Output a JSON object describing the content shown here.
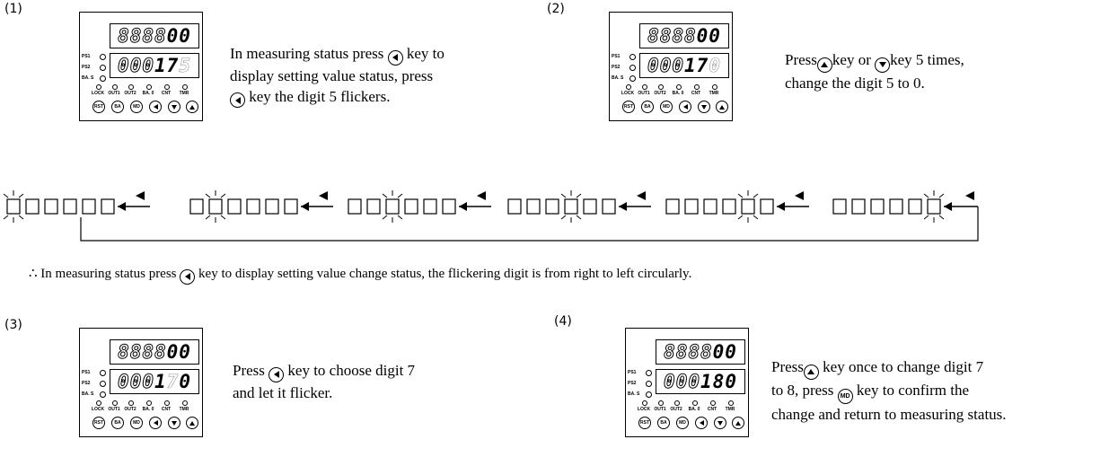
{
  "steps": [
    {
      "num": "(1)",
      "display_top": {
        "ghost": "8888",
        "solid": "00"
      },
      "display_bottom": {
        "digits": [
          "0",
          "0",
          "0",
          "1",
          "7",
          "5"
        ],
        "flash_index": 5
      }
    },
    {
      "num": "(2)",
      "display_top": {
        "ghost": "8888",
        "solid": "00"
      },
      "display_bottom": {
        "digits": [
          "0",
          "0",
          "0",
          "1",
          "7",
          "0"
        ],
        "flash_index": 5
      }
    },
    {
      "num": "(3)",
      "display_top": {
        "ghost": "8888",
        "solid": "00"
      },
      "display_bottom": {
        "digits": [
          "0",
          "0",
          "0",
          "1",
          "7",
          "0"
        ],
        "flash_index": 4
      }
    },
    {
      "num": "(4)",
      "display_top": {
        "ghost": "8888",
        "solid": "00"
      },
      "display_bottom": {
        "digits": [
          "0",
          "0",
          "0",
          "1",
          "8",
          "0"
        ],
        "flash_index": -1
      }
    }
  ],
  "panel_labels": {
    "side": [
      "PS1",
      "PS2",
      "BA. S"
    ],
    "bottom": [
      "LOCK",
      "OUT1",
      "OUT2",
      "BA. 0",
      "CNT",
      "TMR"
    ],
    "buttons": [
      "RST",
      "BA",
      "MD"
    ]
  },
  "text": {
    "step1_a": "In measuring status press",
    "step1_b": "key to",
    "step1_c": "display setting value status, press",
    "step1_d": "key the digit 5 flickers.",
    "step2_a": "Press",
    "step2_b": "key or",
    "step2_c": "key 5 times,",
    "step2_d": "change the digit 5 to 0.",
    "step3_a": "Press",
    "step3_b": "key to choose digit 7",
    "step3_c": "and let it flicker.",
    "step4_a": "Press",
    "step4_b": "key once to change digit 7",
    "step4_c": "to 8, press",
    "step4_d": "key to confirm the",
    "step4_e": "change and return to measuring status.",
    "md_key": "MD",
    "note_a": "∴ In measuring status press",
    "note_b": "key to display setting value change status, the flickering digit is from right to left circularly."
  },
  "cycle": {
    "groups": 6,
    "digits_per_group": 6
  }
}
